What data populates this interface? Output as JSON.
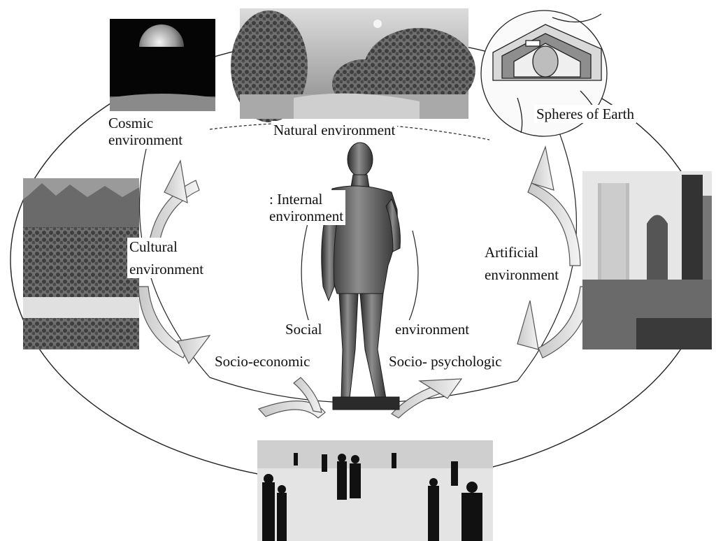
{
  "labels": {
    "cosmic": [
      "Cosmic",
      "environment"
    ],
    "natural": "Natural environment",
    "spheres": "Spheres of Earth",
    "cultural": [
      "Cultural",
      "environment"
    ],
    "artificial": [
      "Artificial",
      "environment"
    ],
    "internal": [
      ": Internal",
      "environment"
    ],
    "social": "Social",
    "social_env": "environment",
    "socio_economic": "Socio-economic",
    "socio_psychologic": "Socio- psychologic"
  },
  "pictures": {
    "cosmic": "earth-rise-over-moon-photo",
    "natural": "forest-river-landscape-photo",
    "spheres": "earth-layers-cutaway-drawing",
    "cultural": "town-square-with-trees-photo",
    "artificial": "city-skyscrapers-photo",
    "statue": "bronze-human-statue-photo",
    "crowd": "people-walking-crowd-photo"
  }
}
